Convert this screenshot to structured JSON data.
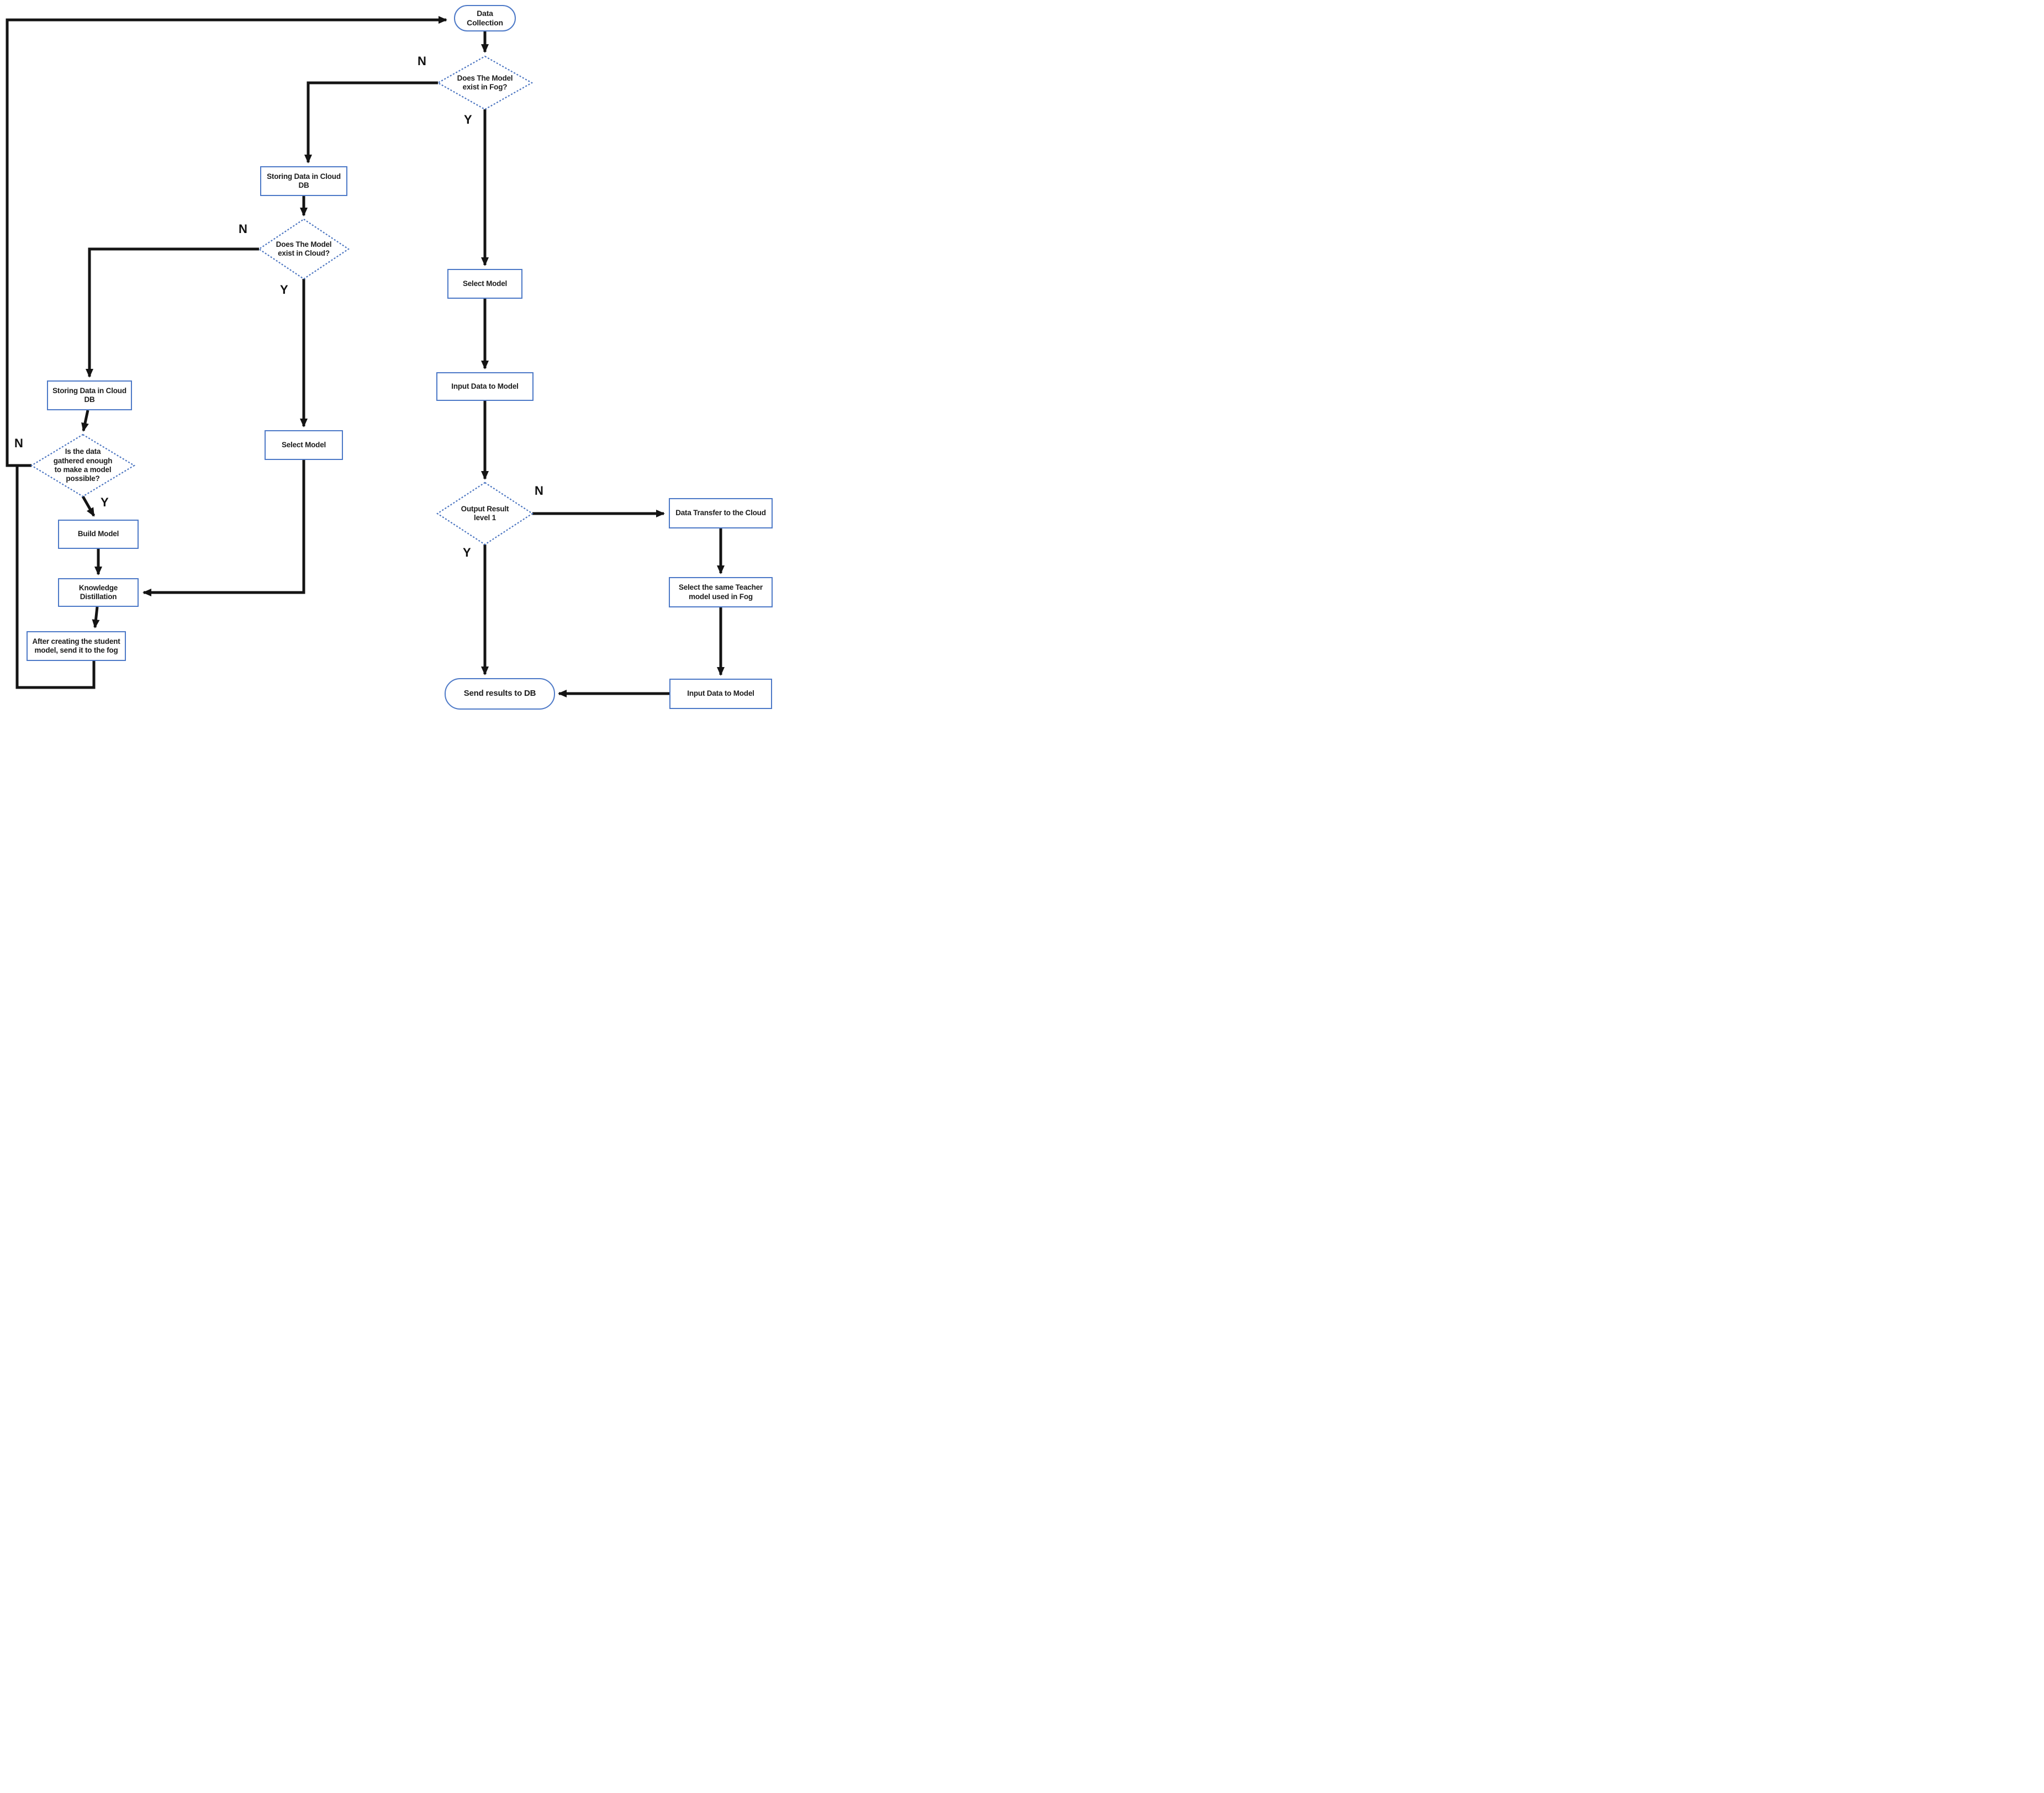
{
  "diagram": {
    "nodes": {
      "data_collection": "Data Collection",
      "fog_decision": "Does The Model exist in Fog?",
      "storing_cloud_db_1": "Storing Data in Cloud DB",
      "cloud_decision": "Does The Model exist in Cloud?",
      "storing_cloud_db_2": "Storing Data in Cloud DB",
      "enough_data_decision": "Is the data gathered enough to make a model possible?",
      "build_model": "Build Model",
      "knowledge_distillation": "Knowledge Distillation",
      "send_student_model": "After creating the student model, send it to the fog",
      "select_model_left": "Select Model",
      "select_model_right": "Select Model",
      "input_data_right": "Input Data to Model",
      "output_decision": "Output Result level 1",
      "data_transfer_cloud": "Data Transfer to the Cloud",
      "select_teacher_model": "Select the same Teacher model used in Fog",
      "input_data_bottom": "Input Data to Model",
      "send_results_db": "Send results to DB"
    },
    "branch_labels": {
      "yes": "Y",
      "no": "N"
    },
    "colors": {
      "shape_border": "#4d79c7",
      "diamond_border": "#4a74c0",
      "connector": "#141414",
      "text": "#1c1c1c",
      "background": "#ffffff"
    }
  }
}
